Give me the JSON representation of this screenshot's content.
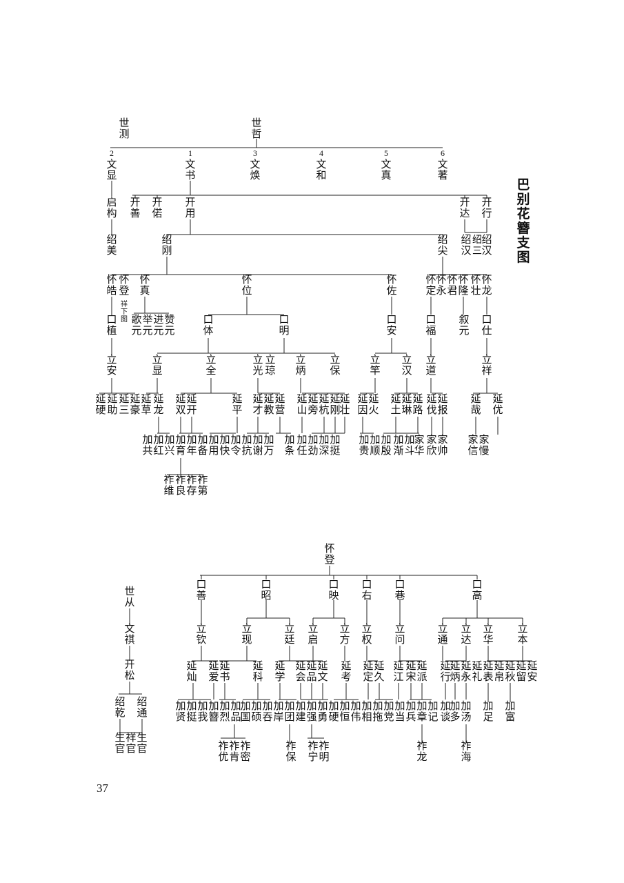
{
  "title": "巴别花簪支图",
  "page_number": "37",
  "tree1": {
    "root_left": "世测",
    "root_right": "世哲",
    "gen1": [
      {
        "num": "2",
        "name": "文显"
      },
      {
        "num": "1",
        "name": "文书"
      },
      {
        "num": "3",
        "name": "文焕"
      },
      {
        "num": "4",
        "name": "文和"
      },
      {
        "num": "5",
        "name": "文真"
      },
      {
        "num": "6",
        "name": "文著"
      }
    ],
    "gen2": [
      "启构",
      "开善",
      "开偌",
      "开用",
      "开达",
      "开行"
    ],
    "gen3": [
      "绍美",
      "绍刚",
      "绍尖",
      "绍汉",
      "绍三",
      "绍汉"
    ],
    "gen4": [
      "怀皓",
      "怀登",
      "怀真",
      "怀位",
      "怀佐",
      "怀定",
      "怀永",
      "怀君",
      "怀隆",
      "怀壮",
      "怀龙"
    ],
    "note": "祥下图",
    "gen5": [
      "口植",
      "歌元",
      "举元",
      "进元",
      "赞元",
      "口体",
      "口明",
      "口安",
      "口福",
      "叙元",
      "口仕"
    ],
    "gen6": [
      "立安",
      "立显",
      "立全",
      "立光",
      "立琼",
      "立炳",
      "立保",
      "立竿",
      "立汉",
      "立道",
      "立祥"
    ],
    "gen7": [
      "延硬",
      "延助",
      "延三",
      "延豪",
      "延草",
      "延龙",
      "延双",
      "延开",
      "延平",
      "延才",
      "延教",
      "延营",
      "延山",
      "延旁",
      "延杭",
      "延刚",
      "延壮",
      "延因",
      "延火",
      "延土",
      "延琳",
      "延路",
      "延伐",
      "延报",
      "延哉",
      "延优"
    ],
    "gen8": [
      "加共",
      "加红",
      "加兴",
      "加育",
      "加年",
      "加备",
      "加用",
      "加快",
      "加令",
      "加抗",
      "加谢",
      "加万",
      "加条",
      "加任",
      "加劲",
      "加深",
      "加挺",
      "加贵",
      "加顺",
      "加殷",
      "加渐",
      "加斗",
      "家华",
      "家欣",
      "家帅",
      "家信",
      "家慢"
    ],
    "gen9": [
      "祚维",
      "祚良",
      "祚存",
      "祚第"
    ]
  },
  "tree2": {
    "root": "怀登",
    "gen1": [
      "口善",
      "口昭",
      "口映",
      "口右",
      "口巷",
      "口高"
    ],
    "gen2": [
      "立钦",
      "立现",
      "立廷",
      "立启",
      "立方",
      "立权",
      "立问",
      "立通",
      "立达",
      "立华",
      "立本"
    ],
    "gen3": [
      "延灿",
      "延爱",
      "延书",
      "延科",
      "延学",
      "延会",
      "延品",
      "延文",
      "延考",
      "延定",
      "延久",
      "延江",
      "延宋",
      "延派",
      "延行",
      "延炳",
      "延永",
      "延礼",
      "延表",
      "延帛",
      "延秋",
      "延留",
      "延安"
    ],
    "gen4": [
      "加贤",
      "加挺",
      "加我",
      "加簪",
      "加烈",
      "加品",
      "加国",
      "加硕",
      "加吞",
      "加岸",
      "加团",
      "加建",
      "加强",
      "加勇",
      "加硬",
      "加恒",
      "加伟",
      "加相",
      "加拖",
      "加党",
      "加当",
      "加兵",
      "加章",
      "加记",
      "加谈",
      "加多",
      "加汤",
      "加足",
      "加富"
    ],
    "gen5": [
      "祚优",
      "祚肯",
      "祚密",
      "祚保",
      "祚宁",
      "祚明",
      "祚龙",
      "祚海"
    ],
    "side": {
      "chain": [
        "世从",
        "文祺",
        "开松"
      ],
      "gen4": [
        "绍乾",
        "绍通"
      ],
      "gen5": [
        "生官",
        "祥官",
        "生官"
      ]
    }
  }
}
